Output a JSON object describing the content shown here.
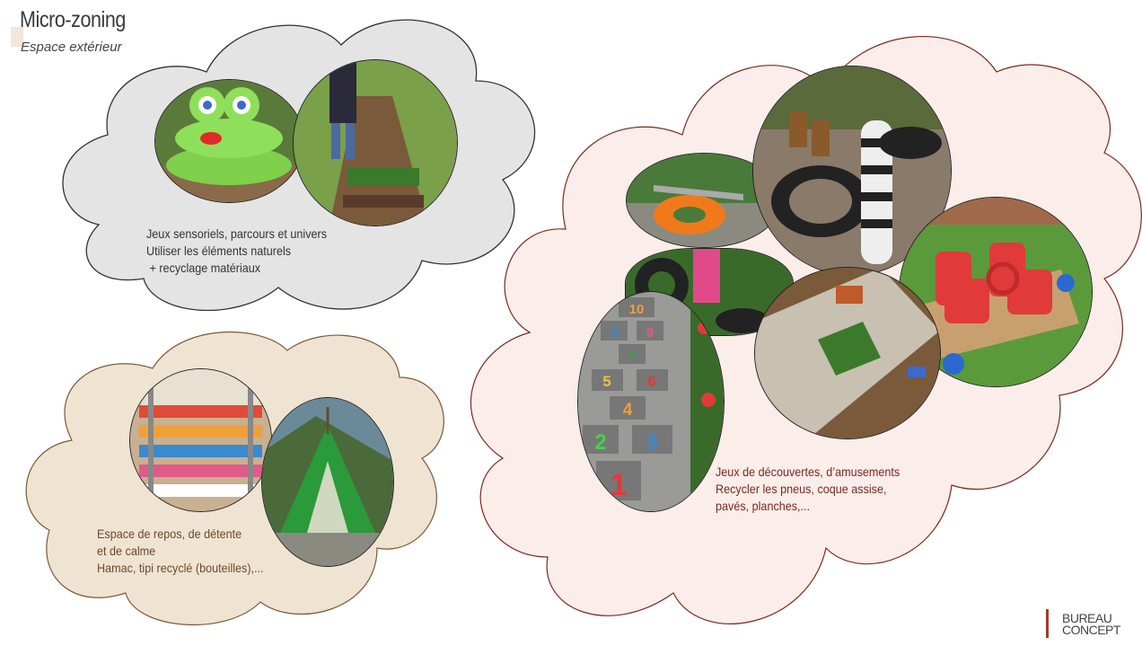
{
  "header": {
    "title": "Micro-zoning",
    "subtitle": "Espace extérieur"
  },
  "zones": {
    "sensory": {
      "lines": [
        "Jeux sensoriels, parcours et univers",
        "Utiliser les éléments naturels",
        " + recyclage matériaux"
      ]
    },
    "rest": {
      "lines": [
        "Espace de repos, de détente",
        "et de calme",
        "Hamac, tipi recyclé (bouteilles),..."
      ]
    },
    "discovery": {
      "lines": [
        "Jeux de découvertes, d’amusements",
        "Recycler les pneus, coque assise,",
        "pavés, planches,..."
      ]
    }
  },
  "hopscotch_numbers": [
    "10",
    "8",
    "9",
    "7",
    "5",
    "6",
    "4",
    "2",
    "3",
    "1"
  ],
  "colors": {
    "cloud_grey": "#e4e4e4",
    "cloud_beige": "#efe3d2",
    "cloud_pink": "#fbedea",
    "accent": "#a33b2c"
  },
  "logo": {
    "line1": "BUREAU",
    "line2": "CONCEPT"
  }
}
